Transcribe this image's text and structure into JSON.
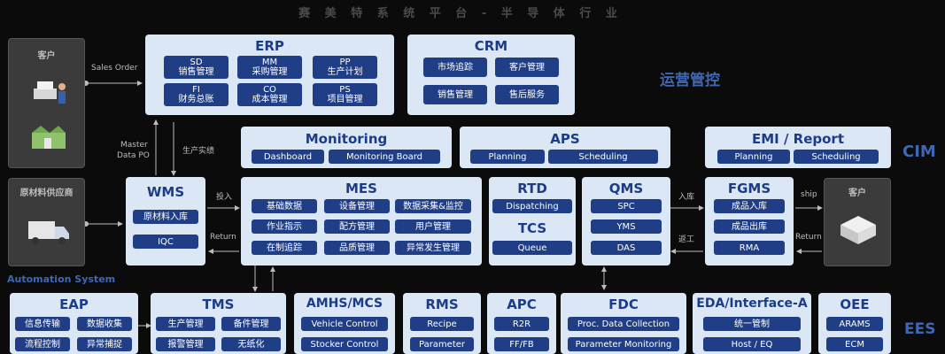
{
  "slogan": "赛 美 特   系 统 平 台 - 半 导 体 行 业",
  "sides": {
    "ops": "运营管控",
    "cim": "CIM",
    "ees": "EES",
    "automation": "Automation System"
  },
  "customer_left": "客户",
  "supplier": "原材料供应商",
  "customer_right": "客户",
  "labels": {
    "sales_order": "Sales Order",
    "master": "Master",
    "data_po": "Data PO",
    "production": "生产实绩",
    "input": "投入",
    "return_left": "Return",
    "warehouse_in": "入库",
    "return_mid": "返工",
    "ship": "ship",
    "return_right": "Return"
  },
  "erp": {
    "title": "ERP",
    "items": [
      {
        "l1": "SD",
        "l2": "销售管理"
      },
      {
        "l1": "MM",
        "l2": "采购管理"
      },
      {
        "l1": "PP",
        "l2": "生产计划"
      },
      {
        "l1": "FI",
        "l2": "财务总账"
      },
      {
        "l1": "CO",
        "l2": "成本管理"
      },
      {
        "l1": "PS",
        "l2": "项目管理"
      }
    ]
  },
  "crm": {
    "title": "CRM",
    "items": [
      "市场追踪",
      "客户管理",
      "销售管理",
      "售后服务"
    ]
  },
  "monitoring": {
    "title": "Monitoring",
    "items": [
      "Dashboard",
      "Monitoring Board"
    ]
  },
  "aps": {
    "title": "APS",
    "items": [
      "Planning",
      "Scheduling"
    ]
  },
  "emi": {
    "title": "EMI / Report",
    "items": [
      "Planning",
      "Scheduling"
    ]
  },
  "wms": {
    "title": "WMS",
    "items": [
      "原材料入库",
      "IQC"
    ]
  },
  "mes": {
    "title": "MES",
    "items": [
      "基础数据",
      "设备管理",
      "数据采集&监控",
      "作业指示",
      "配方管理",
      "用户管理",
      "在制追踪",
      "品质管理",
      "异常发生管理"
    ]
  },
  "rtd": {
    "title": "RTD",
    "item": "Dispatching",
    "title2": "TCS",
    "item2": "Queue"
  },
  "qms": {
    "title": "QMS",
    "items": [
      "SPC",
      "YMS",
      "DAS"
    ]
  },
  "fgms": {
    "title": "FGMS",
    "items": [
      "成品入库",
      "成品出库",
      "RMA"
    ]
  },
  "eap": {
    "title": "EAP",
    "items": [
      "信息传输",
      "数据收集",
      "流程控制",
      "异常捕捉"
    ]
  },
  "tms": {
    "title": "TMS",
    "items": [
      "生产管理",
      "备件管理",
      "报警管理",
      "无纸化"
    ]
  },
  "amhs": {
    "title": "AMHS/MCS",
    "items": [
      "Vehicle Control",
      "Stocker Control"
    ]
  },
  "rms": {
    "title": "RMS",
    "items": [
      "Recipe",
      "Parameter"
    ]
  },
  "apc": {
    "title": "APC",
    "items": [
      "R2R",
      "FF/FB"
    ]
  },
  "fdc": {
    "title": "FDC",
    "items": [
      "Proc. Data  Collection",
      "Parameter  Monitoring"
    ]
  },
  "eda": {
    "title": "EDA/Interface-A",
    "items": [
      "统一管制",
      "Host / EQ"
    ]
  },
  "oee": {
    "title": "OEE",
    "items": [
      "ARAMS",
      "ECM"
    ]
  },
  "colors": {
    "background": "#0b0b0b",
    "box": "#dce7f5",
    "chip": "#1f3e86",
    "title": "#1d3c87",
    "side": "#3f67b3",
    "gray_box": "#3b3b3b"
  }
}
